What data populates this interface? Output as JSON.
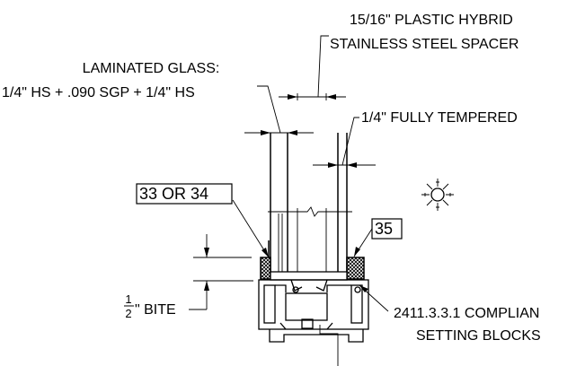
{
  "callouts": {
    "spacer_line1": "15/16\" PLASTIC HYBRID",
    "spacer_line2": "STAINLESS STEEL SPACER",
    "laminated_line1": "LAMINATED GLASS:",
    "laminated_line2": "1/4\" HS + .090 SGP + 1/4\" HS",
    "tempered": "1/4\" FULLY TEMPERED",
    "tag_left": "33 OR 34",
    "tag_right": "35",
    "bite_num": "1",
    "bite_den": "2",
    "bite_text": "\" BITE",
    "blocks_line1": "2411.3.3.1 COMPLIAN",
    "blocks_line2": "SETTING BLOCKS"
  },
  "icons": [
    "sun-icon"
  ],
  "colors": {
    "line": "#000000",
    "background": "#ffffff"
  }
}
